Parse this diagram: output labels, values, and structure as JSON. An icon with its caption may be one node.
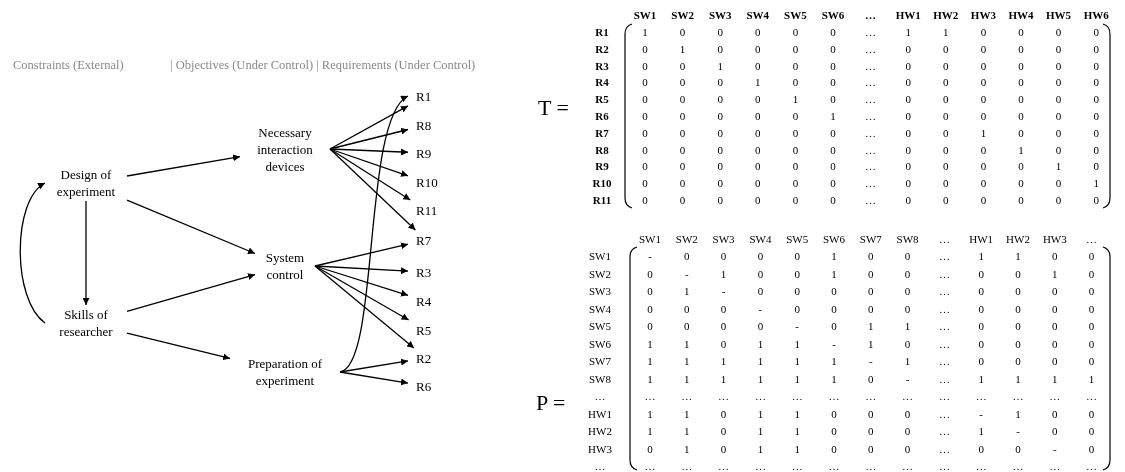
{
  "diagram": {
    "nodes": [
      {
        "text": [
          "Design of experiment"
        ]
      },
      {
        "text": [
          "Skills of researcher"
        ]
      },
      {
        "text": [
          "Necessary interaction devices"
        ]
      },
      {
        "text": [
          "System control"
        ]
      },
      {
        "text": [
          "Preparation of experiment"
        ]
      },
      {
        "text": [
          "R1"
        ]
      },
      {
        "text": [
          "R8"
        ]
      },
      {
        "text": [
          "R9"
        ]
      },
      {
        "text": [
          "R10"
        ]
      },
      {
        "text": [
          "R11"
        ]
      },
      {
        "text": [
          "R7"
        ]
      },
      {
        "text": [
          "R3"
        ]
      },
      {
        "text": [
          "R4"
        ]
      },
      {
        "text": [
          "R5"
        ]
      },
      {
        "text": [
          "R2"
        ]
      },
      {
        "text": [
          "R6"
        ]
      }
    ],
    "edges": [
      {
        "from": 0,
        "to": 1,
        "arrow": "to"
      },
      {
        "from": 1,
        "to": 0,
        "arrow": "to"
      },
      {
        "from": 0,
        "to": 2,
        "arrow": "to"
      },
      {
        "from": 0,
        "to": 3,
        "arrow": "to"
      },
      {
        "from": 1,
        "to": 3,
        "arrow": "to"
      },
      {
        "from": 1,
        "to": 4,
        "arrow": "to"
      },
      {
        "from": 2,
        "to": 5,
        "arrow": "to"
      },
      {
        "from": 2,
        "to": 6,
        "arrow": "to"
      },
      {
        "from": 2,
        "to": 7,
        "arrow": "to"
      },
      {
        "from": 2,
        "to": 8,
        "arrow": "to"
      },
      {
        "from": 2,
        "to": 9,
        "arrow": "to"
      },
      {
        "from": 2,
        "to": 10,
        "arrow": "to"
      },
      {
        "from": 3,
        "to": 10,
        "arrow": "to"
      },
      {
        "from": 3,
        "to": 11,
        "arrow": "to"
      },
      {
        "from": 3,
        "to": 12,
        "arrow": "to"
      },
      {
        "from": 3,
        "to": 13,
        "arrow": "to"
      },
      {
        "from": 3,
        "to": 14,
        "arrow": "to"
      },
      {
        "from": 4,
        "to": 5,
        "arrow": "to"
      },
      {
        "from": 4,
        "to": 14,
        "arrow": "to"
      },
      {
        "from": 4,
        "to": 15,
        "arrow": "to"
      }
    ],
    "labels": [
      "Constraints (External)",
      "| Objectives (Under Control) | Requirements (Under Control)",
      "T =",
      "SW1",
      "SW2",
      "SW3",
      "SW4",
      "SW5",
      "SW6",
      "…",
      "HW1",
      "HW2",
      "HW3",
      "HW4",
      "HW5",
      "HW6",
      "R1",
      "1",
      "0",
      "0",
      "0",
      "0",
      "0",
      "…",
      "1",
      "1",
      "0",
      "0",
      "0",
      "0",
      "R2",
      "0",
      "1",
      "0",
      "0",
      "0",
      "0",
      "…",
      "0",
      "0",
      "0",
      "0",
      "0",
      "0",
      "R3",
      "0",
      "0",
      "1",
      "0",
      "0",
      "0",
      "…",
      "0",
      "0",
      "0",
      "0",
      "0",
      "0",
      "R4",
      "0",
      "0",
      "0",
      "1",
      "0",
      "0",
      "…",
      "0",
      "0",
      "0",
      "0",
      "0",
      "0",
      "R5",
      "0",
      "0",
      "0",
      "0",
      "1",
      "0",
      "…",
      "0",
      "0",
      "0",
      "0",
      "0",
      "0",
      "R6",
      "0",
      "0",
      "0",
      "0",
      "0",
      "1",
      "…",
      "0",
      "0",
      "0",
      "0",
      "0",
      "0",
      "R7",
      "0",
      "0",
      "0",
      "0",
      "0",
      "0",
      "…",
      "0",
      "0",
      "1",
      "0",
      "0",
      "0",
      "R8",
      "0",
      "0",
      "0",
      "0",
      "0",
      "0",
      "…",
      "0",
      "0",
      "0",
      "1",
      "0",
      "0",
      "R9",
      "0",
      "0",
      "0",
      "0",
      "0",
      "0",
      "…",
      "0",
      "0",
      "0",
      "0",
      "1",
      "0",
      "R10",
      "0",
      "0",
      "0",
      "0",
      "0",
      "0",
      "…",
      "0",
      "0",
      "0",
      "0",
      "0",
      "1",
      "R11",
      "0",
      "0",
      "0",
      "0",
      "0",
      "0",
      "…",
      "0",
      "0",
      "0",
      "0",
      "0",
      "0",
      "P =",
      "SW1",
      "SW2",
      "SW3",
      "SW4",
      "SW5",
      "SW6",
      "SW7",
      "SW8",
      "…",
      "HW1",
      "HW2",
      "HW3",
      "…",
      "SW1",
      "-",
      "0",
      "0",
      "0",
      "0",
      "1",
      "0",
      "0",
      "…",
      "1",
      "1",
      "0",
      "0",
      "SW2",
      "0",
      "-",
      "1",
      "0",
      "0",
      "1",
      "0",
      "0",
      "…",
      "0",
      "0",
      "1",
      "0",
      "SW3",
      "0",
      "1",
      "-",
      "0",
      "0",
      "0",
      "0",
      "0",
      "…",
      "0",
      "0",
      "0",
      "0",
      "SW4",
      "0",
      "0",
      "0",
      "-",
      "0",
      "0",
      "0",
      "0",
      "…",
      "0",
      "0",
      "0",
      "0",
      "SW5",
      "0",
      "0",
      "0",
      "0",
      "-",
      "0",
      "1",
      "1",
      "…",
      "0",
      "0",
      "0",
      "0",
      "SW6",
      "1",
      "1",
      "0",
      "1",
      "1",
      "-",
      "1",
      "0",
      "…",
      "0",
      "0",
      "0",
      "0",
      "SW7",
      "1",
      "1",
      "1",
      "1",
      "1",
      "1",
      "-",
      "1",
      "…",
      "0",
      "0",
      "0",
      "0",
      "SW8",
      "1",
      "1",
      "1",
      "1",
      "1",
      "1",
      "0",
      "-",
      "…",
      "1",
      "1",
      "1",
      "1",
      "…",
      "…",
      "…",
      "…",
      "…",
      "…",
      "…",
      "…",
      "…",
      "…",
      "…",
      "…",
      "…",
      "…",
      "HW1",
      "1",
      "1",
      "0",
      "1",
      "1",
      "0",
      "0",
      "0",
      "…",
      "-",
      "1",
      "0",
      "0",
      "HW2",
      "1",
      "1",
      "0",
      "1",
      "1",
      "0",
      "0",
      "0",
      "…",
      "1",
      "-",
      "0",
      "0",
      "HW3",
      "0",
      "1",
      "0",
      "1",
      "1",
      "0",
      "0",
      "0",
      "…",
      "0",
      "0",
      "-",
      "0",
      "…",
      "…",
      "…",
      "…",
      "…",
      "…",
      "…",
      "…",
      "…",
      "…",
      "…",
      "…",
      "…",
      "…"
    ]
  }
}
